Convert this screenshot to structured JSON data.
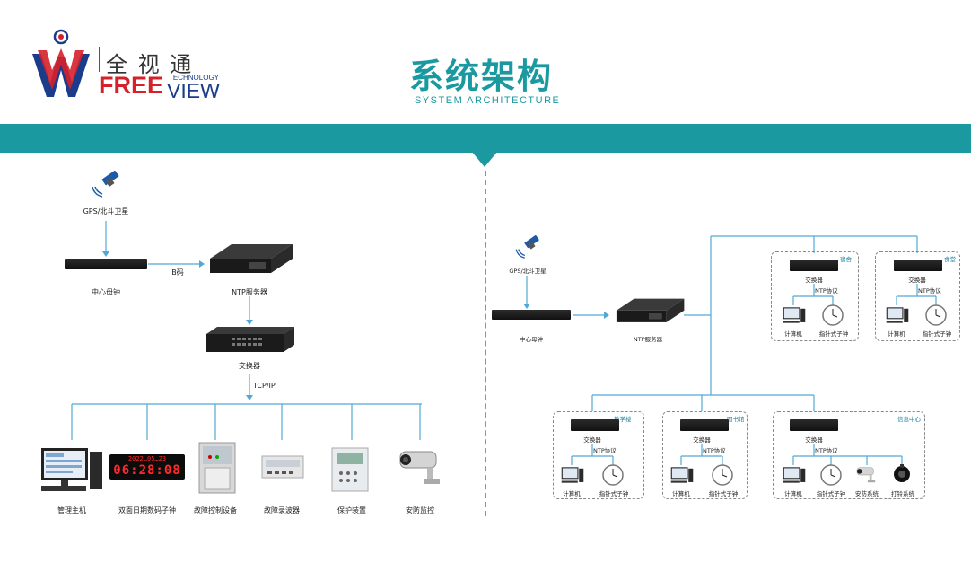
{
  "header": {
    "logo_cn": "全 视 通",
    "logo_free": "FREE",
    "logo_view": "VIEW",
    "logo_tech": "TECHNOLOGY",
    "title_cn": "系统架构",
    "title_en": "SYSTEM ARCHITECTURE"
  },
  "colors": {
    "teal": "#1a9aa0",
    "line": "#4fa9d6",
    "brand_red": "#d6202a",
    "brand_blue": "#1a3c8a"
  },
  "left": {
    "gps_label": "GPS/北斗卫星",
    "master_clock_label": "中心母钟",
    "b_code_label": "B码",
    "ntp_label": "NTP服务器",
    "switch_label": "交换器",
    "tcpip_label": "TCP/IP",
    "clock_display": {
      "date": "2022…05…23",
      "time": "06:28:08"
    },
    "devices": [
      {
        "label": "管理主机",
        "icon": "computer-icon"
      },
      {
        "label": "双面日期数码子钟",
        "icon": "digital-clock-icon"
      },
      {
        "label": "故障控制设备",
        "icon": "cabinet-icon"
      },
      {
        "label": "故障录波器",
        "icon": "recorder-icon"
      },
      {
        "label": "保护装置",
        "icon": "protection-device-icon"
      },
      {
        "label": "安防监控",
        "icon": "camera-icon"
      }
    ]
  },
  "right": {
    "gps_label": "GPS/北斗卫星",
    "master_clock_label": "中心母钟",
    "ntp_label": "NTP服务器",
    "groups": [
      {
        "tag": "宿舍",
        "switch_label": "交换器",
        "protocol_label": "NTP协议",
        "devices": [
          "计算机",
          "指针式子钟"
        ]
      },
      {
        "tag": "食堂",
        "switch_label": "交换器",
        "protocol_label": "NTP协议",
        "devices": [
          "计算机",
          "指针式子钟"
        ]
      },
      {
        "tag": "教学楼",
        "switch_label": "交换器",
        "protocol_label": "NTP协议",
        "devices": [
          "计算机",
          "指针式子钟"
        ]
      },
      {
        "tag": "图书馆",
        "switch_label": "交换器",
        "protocol_label": "NTP协议",
        "devices": [
          "计算机",
          "指针式子钟"
        ]
      },
      {
        "tag": "信息中心",
        "switch_label": "交换器",
        "protocol_label": "NTP协议",
        "devices": [
          "计算机",
          "指针式子钟",
          "安防系统",
          "打铃系统"
        ]
      }
    ]
  }
}
